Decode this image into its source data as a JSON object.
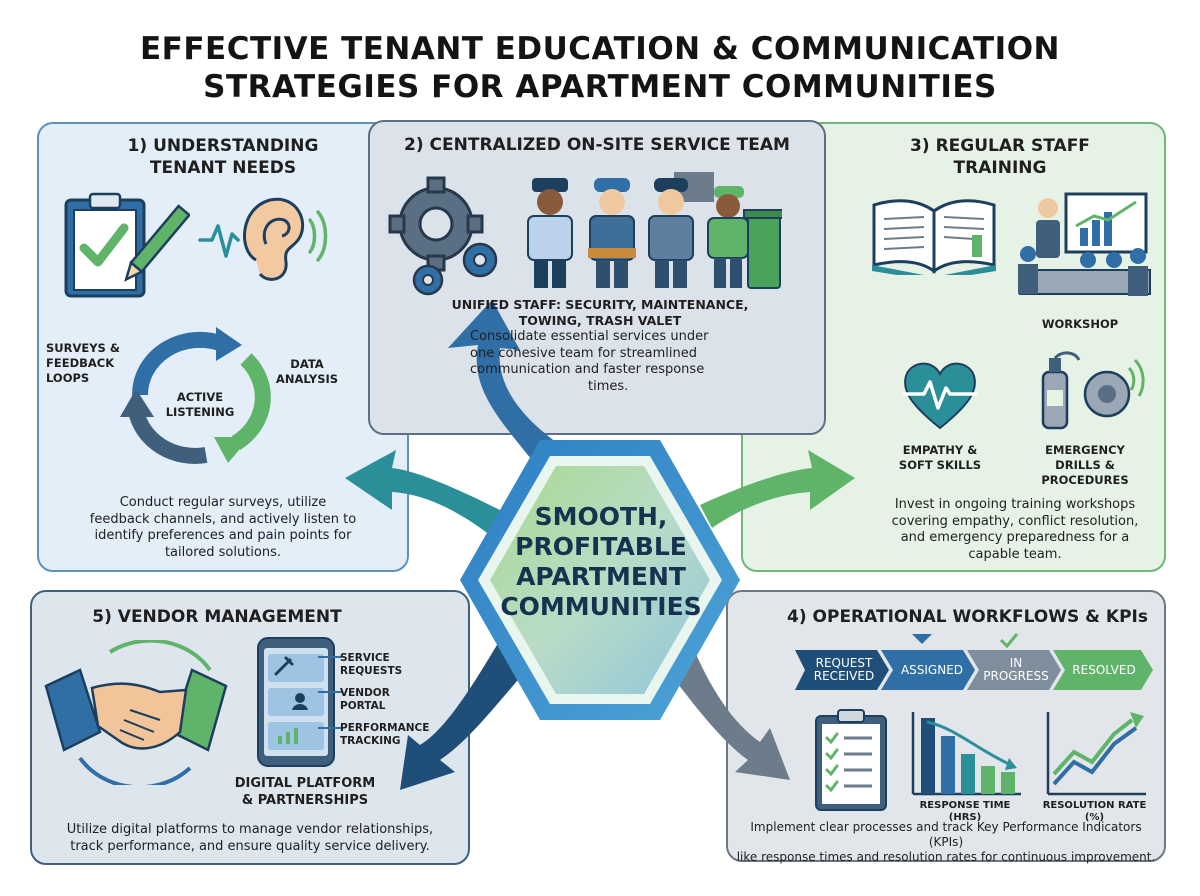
{
  "title": {
    "line1": "EFFECTIVE TENANT EDUCATION & COMMUNICATION",
    "line2": "STRATEGIES FOR APARTMENT COMMUNITIES"
  },
  "center": {
    "line1": "SMOOTH,",
    "line2": "PROFITABLE",
    "line3": "APARTMENT",
    "line4": "COMMUNITIES"
  },
  "panel1": {
    "title_l1": "1) UNDERSTANDING",
    "title_l2": "TENANT NEEDS",
    "cycle_left_l1": "SURVEYS &",
    "cycle_left_l2": "FEEDBACK",
    "cycle_left_l3": "LOOPS",
    "cycle_right_l1": "DATA",
    "cycle_right_l2": "ANALYSIS",
    "cycle_center_l1": "ACTIVE",
    "cycle_center_l2": "LISTENING",
    "body_l1": "Conduct regular surveys, utilize",
    "body_l2": "feedback channels, and actively listen to",
    "body_l3": "identify preferences and pain points for",
    "body_l4": "tailored solutions."
  },
  "panel2": {
    "title": "2) CENTRALIZED ON-SITE SERVICE TEAM",
    "caption_l1": "UNIFIED STAFF: SECURITY, MAINTENANCE,",
    "caption_l2": "TOWING, TRASH VALET",
    "body_l1": "Consolidate essential services under",
    "body_l2": "one cohesive team for streamlined",
    "body_l3": "communication and faster response",
    "body_l4": "times."
  },
  "panel3": {
    "title_l1": "3) REGULAR STAFF",
    "title_l2": "TRAINING",
    "workshop": "WORKSHOP",
    "empathy_l1": "EMPATHY &",
    "empathy_l2": "SOFT SKILLS",
    "emergency_l1": "EMERGENCY",
    "emergency_l2": "DRILLS &",
    "emergency_l3": "PROCEDURES",
    "body_l1": "Invest in ongoing training workshops",
    "body_l2": "covering empathy, conflict resolution,",
    "body_l3": "and emergency preparedness for a",
    "body_l4": "capable team."
  },
  "panel4": {
    "title": "4) OPERATIONAL WORKFLOWS & KPIs",
    "stages": [
      {
        "l1": "REQUEST",
        "l2": "RECEIVED"
      },
      {
        "l1": "ASSIGNED",
        "l2": ""
      },
      {
        "l1": "IN",
        "l2": "PROGRESS"
      },
      {
        "l1": "RESOLVED",
        "l2": ""
      }
    ],
    "chart1_label": "RESPONSE TIME (HRS)",
    "chart2_label": "RESOLUTION RATE (%)",
    "body_l1": "Implement clear processes and track Key Performance Indicators (KPIs)",
    "body_l2": "like response times and resolution rates for continuous improvement."
  },
  "panel5": {
    "title": "5) VENDOR MANAGEMENT",
    "menu": [
      {
        "l1": "SERVICE",
        "l2": "REQUESTS"
      },
      {
        "l1": "VENDOR",
        "l2": "PORTAL"
      },
      {
        "l1": "PERFORMANCE",
        "l2": "TRACKING"
      }
    ],
    "caption_l1": "DIGITAL PLATFORM",
    "caption_l2": "& PARTNERSHIPS",
    "body_l1": "Utilize digital platforms to manage vendor relationships,",
    "body_l2": "track performance, and ensure quality service delivery."
  },
  "colors": {
    "blue": "#2f6fa6",
    "teal": "#2b8f9a",
    "green": "#5fb46a",
    "navy": "#1f4e78",
    "gray": "#6d7c8b"
  }
}
